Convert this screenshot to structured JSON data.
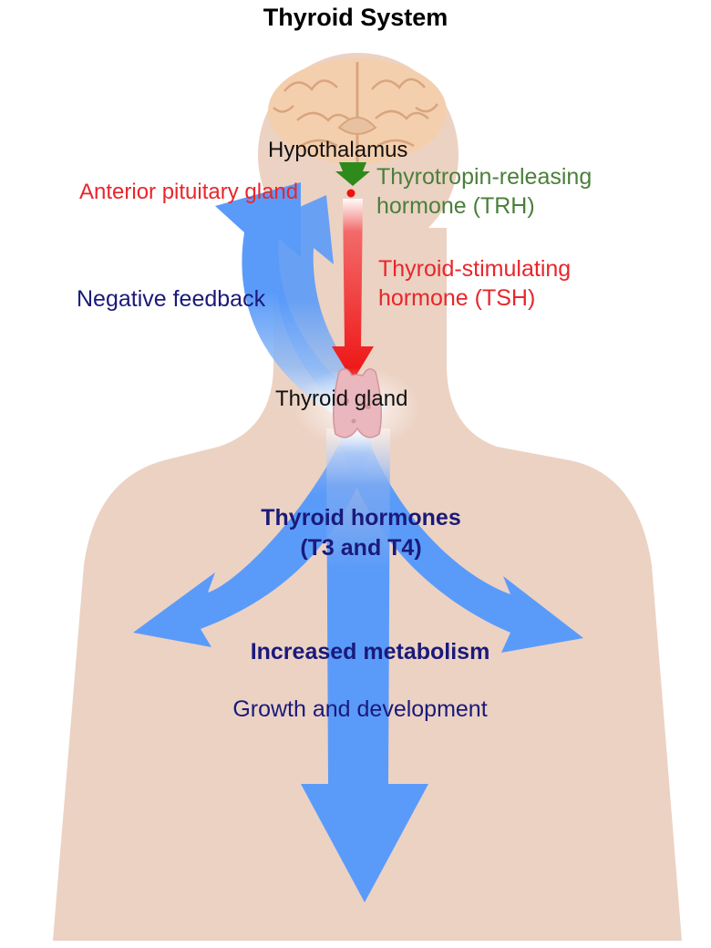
{
  "title": "Thyroid System",
  "labels": {
    "hypothalamus": "Hypothalamus",
    "anterior_pituitary": "Anterior pituitary gland",
    "trh_line1": "Thyrotropin-releasing",
    "trh_line2": "hormone (TRH)",
    "tsh_line1": "Thyroid-stimulating",
    "tsh_line2": "hormone (TSH)",
    "negative_feedback": "Negative feedback",
    "thyroid_gland": "Thyroid gland",
    "thyroid_hormones_line1": "Thyroid hormones",
    "thyroid_hormones_line2": "(T3 and T4)",
    "increased_metabolism": "Increased metabolism",
    "growth_development": "Growth and development"
  },
  "colors": {
    "body_skin": "#ecd2c3",
    "feedback_arrow": "#5a9bfa",
    "tsh_arrow": "#ee1111",
    "trh_arrow": "#2f8a1c",
    "title_text": "#000000",
    "black_text": "#111111",
    "red_text": "#e8262b",
    "green_text": "#4a7f3a",
    "navy_text": "#1a1a7a",
    "brain": "#f4cfae",
    "brain_fold": "#d9a57e"
  },
  "icons": {
    "brain": "brain-icon",
    "thyroid": "thyroid-gland-icon",
    "pituitary": "pituitary-dot-icon"
  }
}
